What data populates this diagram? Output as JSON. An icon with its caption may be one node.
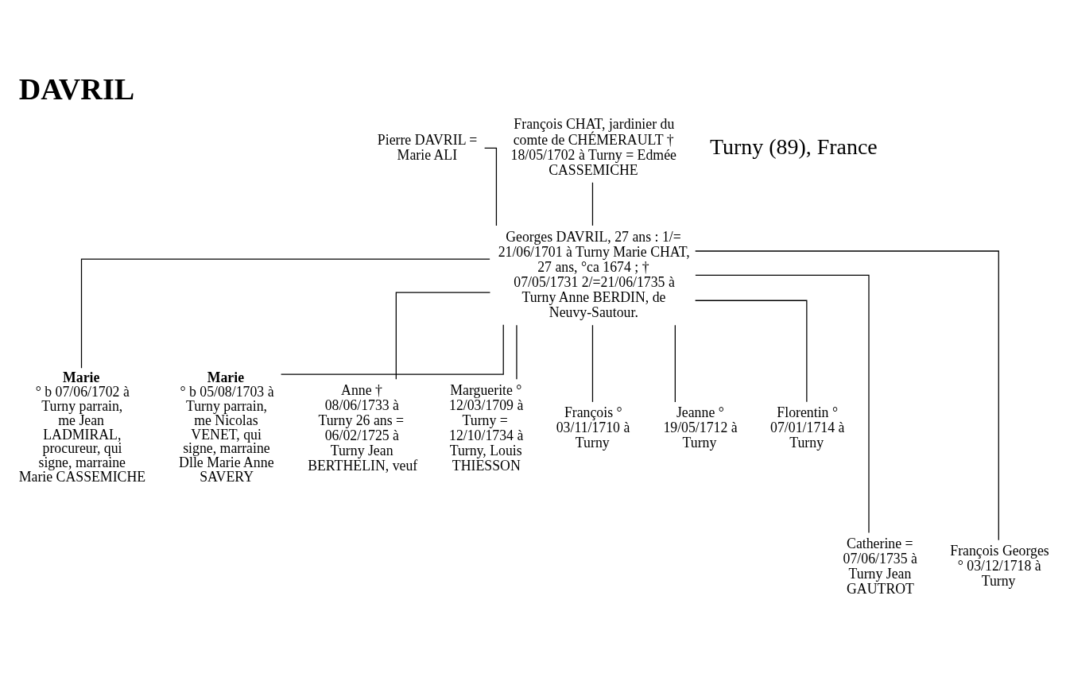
{
  "diagram": {
    "title": "DAVRIL",
    "nodes": [
      {
        "text": [
          "Pierre DAVRIL = Marie ALI"
        ]
      },
      {
        "text": [
          "François CHAT, jardinier du comte de CHÉMERAULT † 18/05/1702 à Turny = Edmée CASSEMICHE"
        ]
      },
      {
        "text": [
          "Georges DAVRIL, 27 ans : 1/= 21/06/1701 à Turny Marie CHAT, 27 ans, °ca 1674 ; † 07/05/1731 2/=21/06/1735 à Turny Anne BERDIN, de Neuvy-Sautour."
        ]
      },
      {
        "text": [
          "Marie",
          "° b 07/06/1702 à Turny parrain, me Jean LADMIRAL, procureur, qui signe, marraine Marie CASSEMICHE"
        ]
      },
      {
        "text": [
          "Marie",
          "° b 05/08/1703 à Turny parrain, me Nicolas VENET, qui signe, marraine Dlle Marie Anne SAVERY"
        ]
      },
      {
        "text": [
          "Anne † 08/06/1733 à Turny 26 ans = 06/02/1725 à Turny Jean BERTHELIN, veuf"
        ]
      },
      {
        "text": [
          "Marguerite ° 12/03/1709 à Turny = 12/10/1734 à Turny, Louis THIESSON"
        ]
      },
      {
        "text": [
          "François ° 03/11/1710 à Turny"
        ]
      },
      {
        "text": [
          "Jeanne ° 19/05/1712 à Turny"
        ]
      },
      {
        "text": [
          "Florentin ° 07/01/1714 à Turny"
        ]
      },
      {
        "text": [
          "Catherine = 07/06/1735 à Turny Jean GAUTROT"
        ]
      },
      {
        "text": [
          "François Georges ° 03/12/1718 à Turny"
        ]
      }
    ],
    "edges": [
      {
        "from": 0,
        "to": 2,
        "arrow": "none"
      },
      {
        "from": 1,
        "to": 2,
        "arrow": "none"
      },
      {
        "from": 2,
        "to": 3,
        "arrow": "none"
      },
      {
        "from": 2,
        "to": 4,
        "arrow": "none"
      },
      {
        "from": 2,
        "to": 5,
        "arrow": "none"
      },
      {
        "from": 2,
        "to": 6,
        "arrow": "none"
      },
      {
        "from": 2,
        "to": 7,
        "arrow": "none"
      },
      {
        "from": 2,
        "to": 8,
        "arrow": "none"
      },
      {
        "from": 2,
        "to": 9,
        "arrow": "none"
      },
      {
        "from": 2,
        "to": 10,
        "arrow": "none"
      },
      {
        "from": 2,
        "to": 11,
        "arrow": "none"
      }
    ],
    "labels": [
      "Turny (89), France"
    ]
  }
}
